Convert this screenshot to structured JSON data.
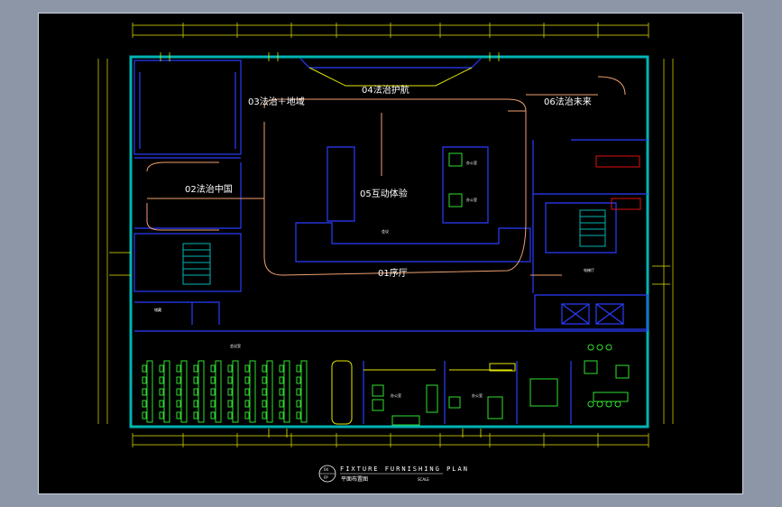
{
  "colors": {
    "background": "#000000",
    "wall": "#00b4b4",
    "wall_blue": "#2a3cff",
    "yellow": "#e6e600",
    "green": "#2fe02f",
    "red": "#e01010",
    "path": "#f0a070",
    "white": "#ffffff"
  },
  "zones": {
    "z01": "01序厅",
    "z02": "02法治中国",
    "z03": "03法治＋地域",
    "z04": "04法治护航",
    "z05": "05互动体验",
    "z06": "06法治未来"
  },
  "small_labels": {
    "center": "会议",
    "office_a": "办公室",
    "office_b": "办公室",
    "lobby": "电梯厅",
    "storage": "储藏",
    "meeting_left": "会议室",
    "office_mid": "办公室",
    "office_right": "办公室"
  },
  "title": {
    "sheet_no_top": "04",
    "sheet_no_bottom": "FP",
    "name": "FIXTURE FURNISHING PLAN",
    "subtitle": "平面布置图",
    "scale": "SCALE"
  }
}
